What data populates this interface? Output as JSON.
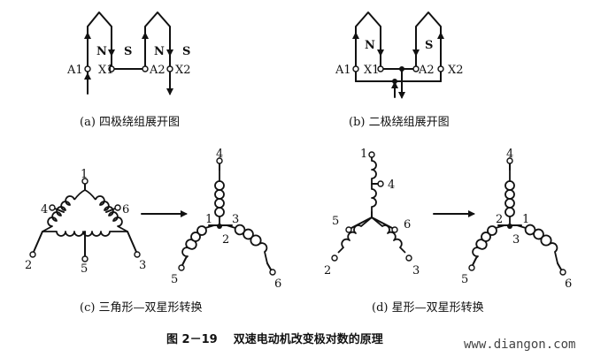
{
  "panel_a": {
    "caption": "(a) 四极绕组展开图",
    "terminals": [
      "A1",
      "X1",
      "A2",
      "X2"
    ],
    "poles": [
      "N",
      "S",
      "N",
      "S"
    ]
  },
  "panel_b": {
    "caption": "(b) 二极绕组展开图",
    "terminals": [
      "A1",
      "X1",
      "A2",
      "X2"
    ],
    "poles": [
      "N",
      "S"
    ]
  },
  "panel_c": {
    "caption": "(c) 三角形—双星形转换",
    "delta_labels": [
      "1",
      "4",
      "6",
      "2",
      "5",
      "3"
    ],
    "star_labels": [
      "4",
      "1",
      "3",
      "2",
      "5",
      "6"
    ]
  },
  "panel_d": {
    "caption": "(d) 星形—双星形转换",
    "star_labels": [
      "1",
      "4",
      "5",
      "6",
      "2",
      "3"
    ],
    "double_star_labels": [
      "4",
      "2",
      "1",
      "3",
      "5",
      "6"
    ]
  },
  "figure_caption": "图 2－19    双速电动机改变极对数的原理",
  "watermark": "www.diangon.com"
}
